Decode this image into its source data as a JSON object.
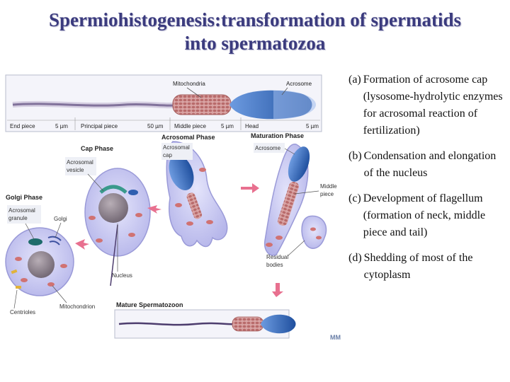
{
  "slide": {
    "title_line1": "Spermiohistogenesis:transformation of spermatids",
    "title_line2": "into spermatozoa"
  },
  "figure": {
    "top_panel": {
      "mitochondria": "Mitochondria",
      "acrosome": "Acrosome",
      "end_piece": "End piece",
      "end_piece_size": "5 µm",
      "principal_piece": "Principal piece",
      "principal_piece_size": "50 µm",
      "middle_piece": "Middle piece",
      "middle_piece_size": "5 µm",
      "head": "Head",
      "head_size": "5 µm"
    },
    "phases": {
      "cap_phase": "Cap Phase",
      "golgi_phase": "Golgi Phase",
      "acrosomal_phase": "Acrosomal Phase",
      "maturation_phase": "Maturation Phase",
      "mature_spermatozoon": "Mature Spermatozoon"
    },
    "labels": {
      "acrosomal_vesicle_1": "Acrosomal",
      "acrosomal_vesicle_2": "vesicle",
      "acrosomal_granule_1": "Acrosomal",
      "acrosomal_granule_2": "granule",
      "golgi": "Golgi",
      "acrosomal_cap_1": "Acrosomal",
      "acrosomal_cap_2": "cap",
      "acrosome": "Acrosome",
      "middle_piece_1": "Middle",
      "middle_piece_2": "piece",
      "nucleus": "Nucleus",
      "residual_bodies_1": "Residual",
      "residual_bodies_2": "bodies",
      "centrioles": "Centrioles",
      "mitochondrion": "Mitochondrion",
      "publisher_mark": "MM"
    }
  },
  "list": [
    {
      "label": "(a)",
      "text": "Formation of acrosome cap (lysosome-hydrolytic enzymes for acrosomal reaction of fertilization)"
    },
    {
      "label": "(b)",
      "text": "Condensation and elongation of the nucleus"
    },
    {
      "label": "(c)",
      "text": "Development of flagellum (formation of neck, middle piece and tail)"
    },
    {
      "label": "(d)",
      "text": "Shedding of most of the cytoplasm"
    }
  ],
  "colors": {
    "title": "#3b3b7e",
    "cytoplasm": "#c9c9f0",
    "nucleus": "#8a7f88",
    "acrosome": "#3a6fc4",
    "mitochondria": "#d98a8a",
    "arrow": "#e8708f",
    "label_box": "#eef0f6"
  }
}
